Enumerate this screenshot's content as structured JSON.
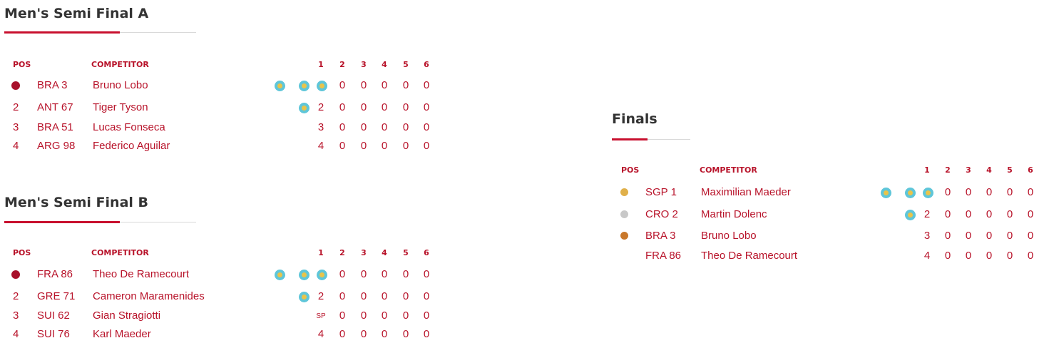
{
  "semi_a": {
    "title": "Men's Semi Final A",
    "headers": {
      "pos": "POS",
      "competitor": "COMPETITOR",
      "h1": "1",
      "h2": "2",
      "h3": "3",
      "h4": "4",
      "h5": "5",
      "h6": "6"
    },
    "rows": [
      {
        "pos": "",
        "country": "BRA 3",
        "name": "Bruno Lobo",
        "final": "",
        "r2": "0",
        "r3": "0",
        "r4": "0",
        "r5": "0",
        "r6": "0"
      },
      {
        "pos": "2",
        "country": "ANT 67",
        "name": "Tiger Tyson",
        "final": "2",
        "r2": "0",
        "r3": "0",
        "r4": "0",
        "r5": "0",
        "r6": "0"
      },
      {
        "pos": "3",
        "country": "BRA 51",
        "name": "Lucas Fonseca",
        "final": "3",
        "r2": "0",
        "r3": "0",
        "r4": "0",
        "r5": "0",
        "r6": "0"
      },
      {
        "pos": "4",
        "country": "ARG 98",
        "name": "Federico Aguilar",
        "final": "4",
        "r2": "0",
        "r3": "0",
        "r4": "0",
        "r5": "0",
        "r6": "0"
      }
    ]
  },
  "semi_b": {
    "title": "Men's Semi Final B",
    "headers": {
      "pos": "POS",
      "competitor": "COMPETITOR",
      "h1": "1",
      "h2": "2",
      "h3": "3",
      "h4": "4",
      "h5": "5",
      "h6": "6"
    },
    "rows": [
      {
        "pos": "",
        "country": "FRA 86",
        "name": "Theo De Ramecourt",
        "final": "",
        "r2": "0",
        "r3": "0",
        "r4": "0",
        "r5": "0",
        "r6": "0"
      },
      {
        "pos": "2",
        "country": "GRE 71",
        "name": "Cameron Maramenides",
        "final": "2",
        "r2": "0",
        "r3": "0",
        "r4": "0",
        "r5": "0",
        "r6": "0"
      },
      {
        "pos": "3",
        "country": "SUI 62",
        "name": "Gian Stragiotti",
        "final": "SP",
        "r2": "0",
        "r3": "0",
        "r4": "0",
        "r5": "0",
        "r6": "0"
      },
      {
        "pos": "4",
        "country": "SUI 76",
        "name": "Karl Maeder",
        "final": "4",
        "r2": "0",
        "r3": "0",
        "r4": "0",
        "r5": "0",
        "r6": "0"
      }
    ]
  },
  "finals": {
    "title": "Finals",
    "headers": {
      "pos": "POS",
      "competitor": "COMPETITOR",
      "h1": "1",
      "h2": "2",
      "h3": "3",
      "h4": "4",
      "h5": "5",
      "h6": "6"
    },
    "rows": [
      {
        "medal": "gold",
        "country": "SGP 1",
        "name": "Maximilian Maeder",
        "final": "",
        "r2": "0",
        "r3": "0",
        "r4": "0",
        "r5": "0",
        "r6": "0"
      },
      {
        "medal": "silver",
        "country": "CRO 2",
        "name": "Martin Dolenc",
        "final": "2",
        "r2": "0",
        "r3": "0",
        "r4": "0",
        "r5": "0",
        "r6": "0"
      },
      {
        "medal": "bronze",
        "country": "BRA 3",
        "name": "Bruno Lobo",
        "final": "3",
        "r2": "0",
        "r3": "0",
        "r4": "0",
        "r5": "0",
        "r6": "0"
      },
      {
        "medal": "",
        "country": "FRA 86",
        "name": "Theo De Ramecourt",
        "final": "4",
        "r2": "0",
        "r3": "0",
        "r4": "0",
        "r5": "0",
        "r6": "0"
      }
    ]
  },
  "colors": {
    "accent": "#c8102e",
    "text": "#b8132a",
    "title": "#333333",
    "star_bg": "#5fc6d9",
    "star": "#e9c44a",
    "gold": "#e0b04a",
    "silver": "#c8c8c8",
    "bronze": "#c9782b"
  },
  "icons": {
    "winner_dot": "red-dot-icon",
    "heat_star": "star-badge-icon",
    "medal": "medal-icon"
  }
}
